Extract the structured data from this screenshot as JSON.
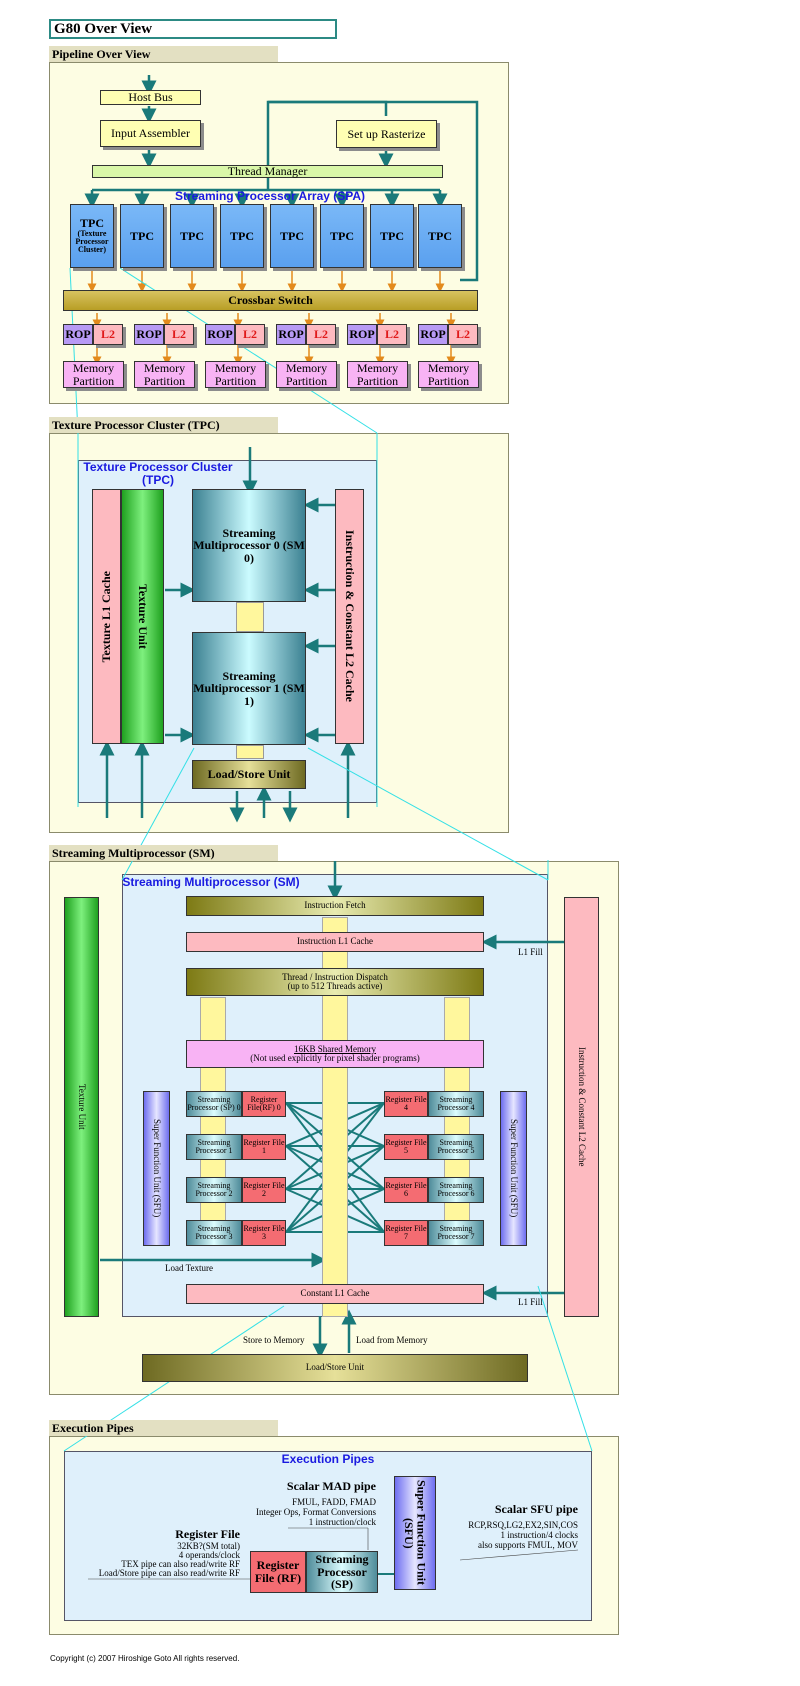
{
  "title": "G80 Over View",
  "sections": {
    "pipeline": "Pipeline Over View",
    "tpc": "Texture Processor Cluster (TPC)",
    "sm": "Streaming Multiprocessor (SM)",
    "exec": "Execution Pipes"
  },
  "pipeline": {
    "host_bus": "Host Bus",
    "input_assembler": "Input Assembler",
    "setup_rasterize": "Set up Rasterize",
    "thread_manager": "Thread Manager",
    "spa": "Streaming Processor Array (SPA)",
    "tpc_first_title": "TPC",
    "tpc_first_sub": "(Texture Processor Cluster)",
    "tpc_label": "TPC",
    "crossbar": "Crossbar Switch",
    "rop": "ROP",
    "l2": "L2",
    "memory_partition": "Memory Partition"
  },
  "tpc": {
    "panel_title": "Texture Processor Cluster (TPC)",
    "texture_l1": "Texture L1 Cache",
    "texture_unit": "Texture Unit",
    "sm0": "Streaming Multiprocessor 0 (SM 0)",
    "sm1": "Streaming Multiprocessor 1 (SM 1)",
    "load_store": "Load/Store Unit",
    "instr_const_l2": "Instruction & Constant L2 Cache"
  },
  "sm": {
    "panel_title": "Streaming Multiprocessor (SM)",
    "instruction_fetch": "Instruction Fetch",
    "instruction_l1": "Instruction L1 Cache",
    "dispatch_line1": "Thread / Instruction Dispatch",
    "dispatch_line2": "(up to 512 Threads active)",
    "shared_line1": "16KB Shared Memory",
    "shared_line2": "(Not used explicitly for pixel shader programs)",
    "texture_unit": "Texture Unit",
    "sfu": "Super Function Unit (SFU)",
    "instr_const_l2": "Instruction & Constant L2 Cache",
    "l1_fill": "L1 Fill",
    "load_texture": "Load Texture",
    "constant_l1": "Constant L1 Cache",
    "store_to_memory": "Store to Memory",
    "load_from_memory": "Load from Memory",
    "load_store": "Load/Store Unit",
    "sp_left": [
      "Streaming Processor (SP) 0",
      "Streaming Processor 1",
      "Streaming Processor 2",
      "Streaming Processor 3"
    ],
    "rf_left": [
      "Register File(RF) 0",
      "Register File 1",
      "Register File 2",
      "Register File 3"
    ],
    "rf_right": [
      "Register File 4",
      "Register File 5",
      "Register File 6",
      "Register File 7"
    ],
    "sp_right": [
      "Streaming Processor 4",
      "Streaming Processor 5",
      "Streaming Processor 6",
      "Streaming Processor 7"
    ]
  },
  "exec": {
    "panel_title": "Execution Pipes",
    "mad_title": "Scalar MAD pipe",
    "mad_lines": [
      "FMUL, FADD, FMAD",
      "Integer Ops, Format Conversions",
      "1 instruction/clock"
    ],
    "sfu_title": "Scalar SFU pipe",
    "sfu_lines": [
      "RCP,RSQ,LG2,EX2,SIN,COS",
      "1 instruction/4 clocks",
      "also supports FMUL, MOV"
    ],
    "rf_title": "Register File",
    "rf_lines": [
      "32KB?(SM total)",
      "4 operands/clock",
      "TEX pipe can also read/write RF",
      "Load/Store pipe can also read/write RF"
    ],
    "rf_box": "Register File (RF)",
    "sp_box": "Streaming Processor (SP)",
    "sfu_box": "Super Function Unit (SFU)"
  },
  "copyright": "Copyright (c) 2007 Hiroshige Goto All rights reserved."
}
